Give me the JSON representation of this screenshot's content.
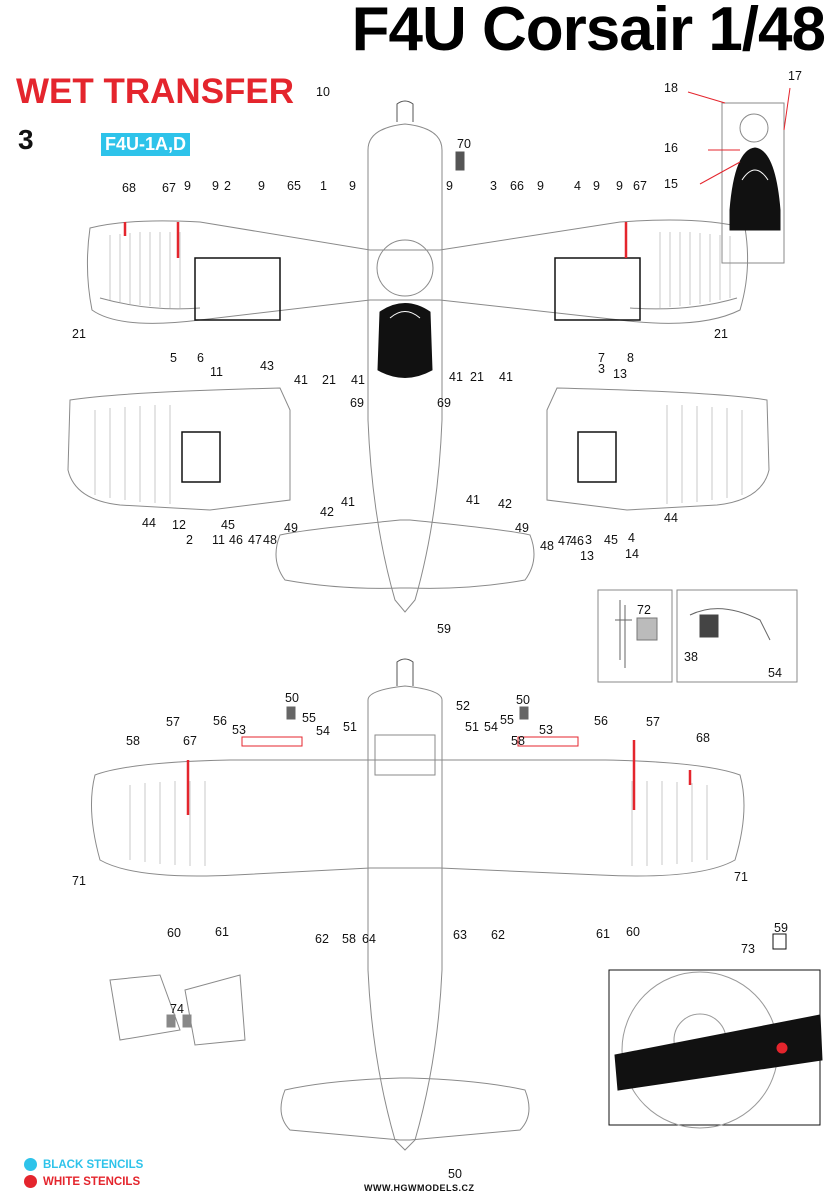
{
  "header": {
    "title": "F4U Corsair 1/48",
    "subtitle": "WET TRANSFER",
    "sheet_number": "3",
    "variant": "F4U-1A,D"
  },
  "legend": {
    "black": {
      "label": "BLACK STENCILS",
      "color": "#2ec3ea"
    },
    "white": {
      "label": "WHITE STENCILS",
      "color": "#e4252d"
    }
  },
  "footer": {
    "url": "WWW.HGWMODELS.CZ"
  },
  "colors": {
    "outline": "#8a8a8a",
    "callout_line": "#e4252d",
    "canopy": "#111111",
    "dark_panel": "#222222"
  },
  "callouts": {
    "top_view": [
      "10",
      "70",
      "18",
      "17",
      "16",
      "15",
      "68",
      "67",
      "9",
      "9",
      "2",
      "9",
      "65",
      "1",
      "9",
      "9",
      "3",
      "66",
      "9",
      "4",
      "9",
      "9",
      "67",
      "21",
      "21",
      "5",
      "6",
      "7",
      "8",
      "41",
      "21",
      "41",
      "41",
      "21",
      "41",
      "69",
      "69",
      "43",
      "3",
      "13",
      "11",
      "44",
      "12",
      "2",
      "45",
      "11",
      "46",
      "47",
      "48",
      "49",
      "42",
      "41",
      "41",
      "42",
      "49",
      "48",
      "47",
      "46",
      "3",
      "45",
      "4",
      "14",
      "44",
      "13",
      "59"
    ],
    "details": [
      "72",
      "38",
      "54"
    ],
    "bottom_view": [
      "50",
      "52",
      "50",
      "57",
      "56",
      "55",
      "54",
      "53",
      "51",
      "51",
      "54",
      "55",
      "53",
      "56",
      "57",
      "58",
      "67",
      "58",
      "68",
      "71",
      "71",
      "60",
      "61",
      "62",
      "58",
      "64",
      "63",
      "62",
      "61",
      "60",
      "73",
      "74",
      "50",
      "59",
      "?"
    ]
  }
}
